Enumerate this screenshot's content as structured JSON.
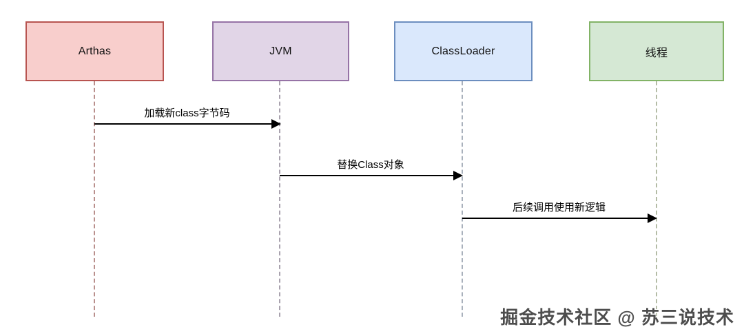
{
  "diagram": {
    "type": "sequence-diagram",
    "background": "#ffffff",
    "arrow_color": "#000000",
    "actors": [
      {
        "label": "Arthas",
        "fill": "#f8cecc",
        "stroke": "#b85450",
        "lifeline_color": "#b98f8c"
      },
      {
        "label": "JVM",
        "fill": "#e1d5e7",
        "stroke": "#9673a6",
        "lifeline_color": "#a9a2ae"
      },
      {
        "label": "ClassLoader",
        "fill": "#dae8fc",
        "stroke": "#6c8ebf",
        "lifeline_color": "#a9b1bc"
      },
      {
        "label": "线程",
        "fill": "#d5e8d4",
        "stroke": "#82b366",
        "lifeline_color": "#b4bca6"
      }
    ],
    "messages": [
      {
        "label": "加载新class字节码",
        "from": "Arthas",
        "to": "JVM"
      },
      {
        "label": "替换Class对象",
        "from": "JVM",
        "to": "ClassLoader"
      },
      {
        "label": "后续调用使用新逻辑",
        "from": "ClassLoader",
        "to": "线程"
      }
    ],
    "watermark": "掘金技术社区 @ 苏三说技术"
  }
}
